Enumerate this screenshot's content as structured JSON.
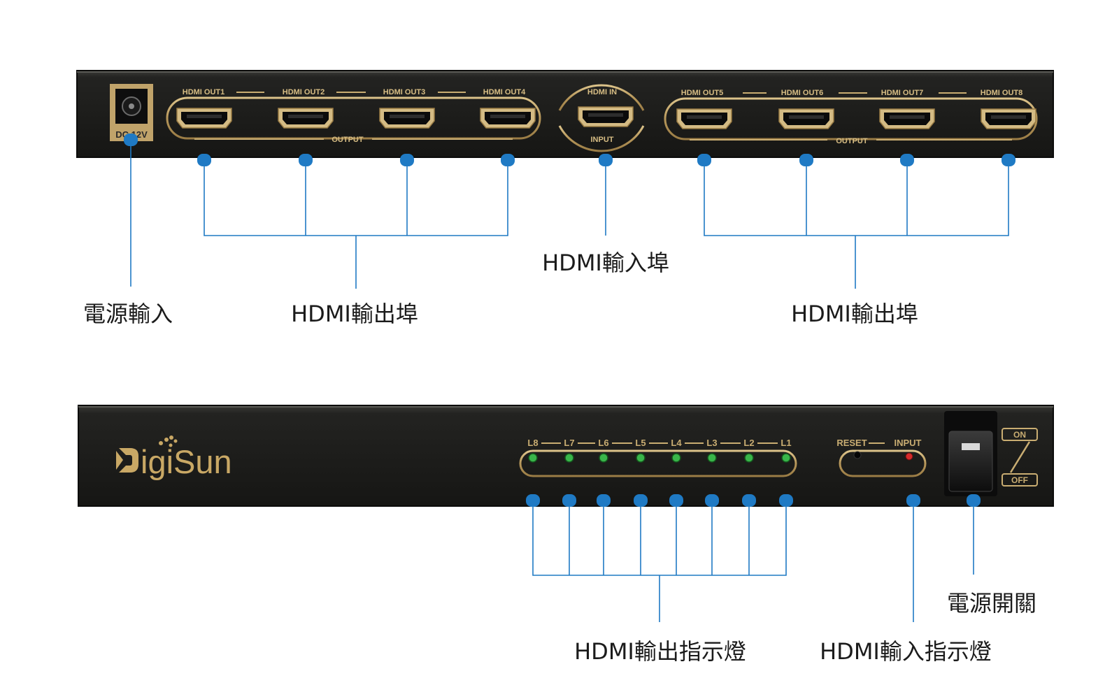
{
  "colors": {
    "panel": "#1c1c1a",
    "panel_edge": "#0c0c0b",
    "gold": "#b99a5b",
    "gold_light": "#d7bd84",
    "callout": "#1f7ac4",
    "led_green": "#39b54a",
    "led_red": "#d42a2a",
    "logo": "#c9a865"
  },
  "top_panel": {
    "dc_label": "DC 12V",
    "outputs_left": [
      "HDMI OUT1",
      "HDMI OUT2",
      "HDMI OUT3",
      "HDMI OUT4"
    ],
    "outputs_right": [
      "HDMI OUT5",
      "HDMI OUT6",
      "HDMI OUT7",
      "HDMI OUT8"
    ],
    "input_label": "HDMI IN",
    "output_group_label": "OUTPUT",
    "input_group_label": "INPUT"
  },
  "bottom_panel": {
    "brand": "DigiSun",
    "led_labels": [
      "L8",
      "L7",
      "L6",
      "L5",
      "L4",
      "L3",
      "L2",
      "L1"
    ],
    "reset_label": "RESET",
    "input_led_label": "INPUT",
    "switch_on": "ON",
    "switch_off": "OFF"
  },
  "callouts": {
    "power_input": "電源輸入",
    "hdmi_output_left": "HDMI輸出埠",
    "hdmi_input": "HDMI輸入埠",
    "hdmi_output_right": "HDMI輸出埠",
    "power_switch": "電源開關",
    "hdmi_output_leds": "HDMI輸出指示燈",
    "hdmi_input_led": "HDMI輸入指示燈"
  }
}
